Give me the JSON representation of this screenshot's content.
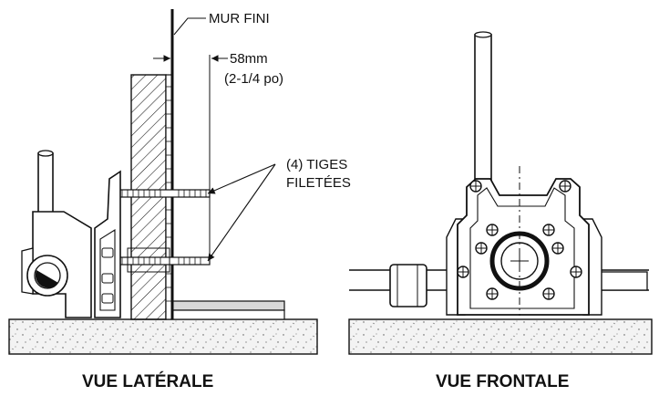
{
  "labels": {
    "finished_wall": "MUR FINI",
    "dimension_mm": "58mm",
    "dimension_in": "(2-1/4 po)",
    "rods_line1": "(4) TIGES",
    "rods_line2": "FILETÉES",
    "side_view": "VUE LATÉRALE",
    "front_view": "VUE FRONTALE"
  }
}
